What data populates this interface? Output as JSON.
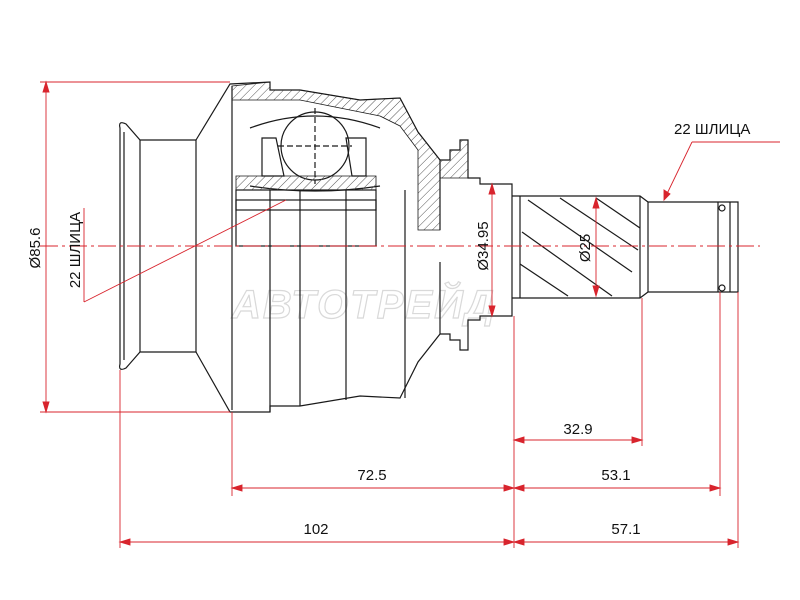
{
  "dimensions": {
    "outer_diameter": "Ø85.6",
    "stub_diameter": "Ø34.95",
    "shaft_diameter": "Ø25",
    "shaft_spline_length": "32.9",
    "shaft_length": "53.1",
    "body_length": "72.5",
    "overall_body_length": "102",
    "overall_shaft_length": "57.1"
  },
  "labels": {
    "outer_splines": "22 ШЛИЦА",
    "inner_splines": "22 ШЛИЦА"
  },
  "watermark": "АВТОТРЕЙД",
  "colors": {
    "outline": "#1a1a1a",
    "dimension": "#d8242d",
    "hatch": "#555555",
    "watermark": "#d9d9d9"
  }
}
